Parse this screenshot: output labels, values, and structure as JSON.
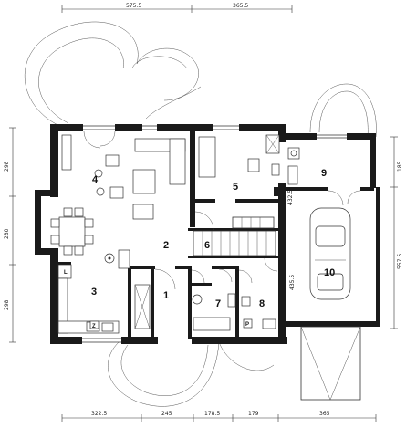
{
  "dimensions": {
    "top": [
      "575.5",
      "365.5"
    ],
    "bottom": [
      "322.5",
      "245",
      "178.5",
      "179",
      "365"
    ],
    "left": [
      "298",
      "280",
      "298"
    ],
    "right": [
      "185",
      "557.5"
    ],
    "inner": [
      "432.5",
      "435.5"
    ]
  },
  "rooms": [
    "1",
    "2",
    "3",
    "4",
    "5",
    "6",
    "7",
    "8",
    "9",
    "10"
  ],
  "fixtures": {
    "fridge": "Z",
    "pantry": "L",
    "boiler": "P"
  }
}
